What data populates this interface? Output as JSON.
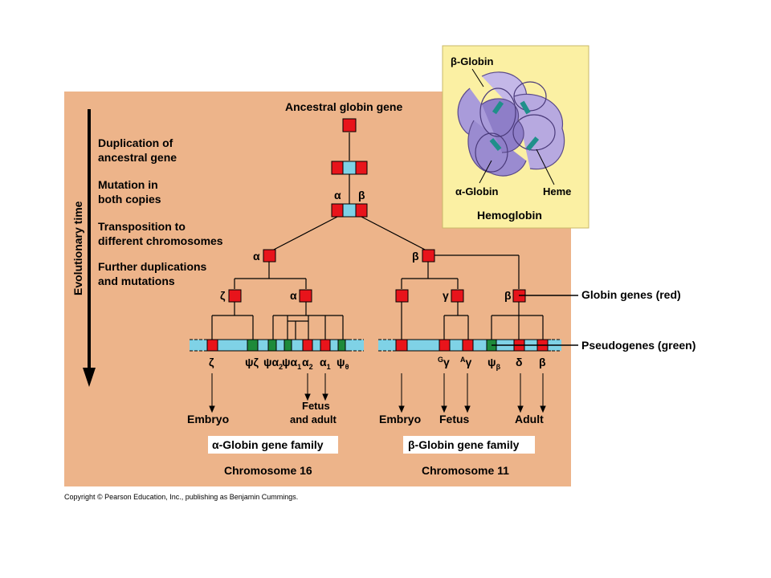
{
  "title": "Ancestral globin gene",
  "time_axis_label": "Evolutionary time",
  "steps": [
    {
      "line1": "Duplication of",
      "line2": "ancestral gene"
    },
    {
      "line1": "Mutation in",
      "line2": "both copies"
    },
    {
      "line1": "Transposition to",
      "line2": "different chromosomes"
    },
    {
      "line1": "Further duplications",
      "line2": "and mutations"
    }
  ],
  "gene_labels": {
    "alpha": "α",
    "beta": "β",
    "zeta": "ζ",
    "gamma": "γ"
  },
  "alpha_cluster": {
    "genes": [
      {
        "main": "ζ",
        "sub": ""
      },
      {
        "main": "ψζ",
        "sub": ""
      },
      {
        "main": "ψα",
        "sub": "2"
      },
      {
        "main": "ψα",
        "sub": "1"
      },
      {
        "main": "α",
        "sub": "2"
      },
      {
        "main": "α",
        "sub": "1"
      },
      {
        "main": "ψ",
        "sub": "θ"
      }
    ],
    "stages": {
      "embryo": "Embryo",
      "fetus_line1": "Fetus",
      "fetus_line2": "and adult"
    },
    "family_label": "α-Globin gene family",
    "chromosome": "Chromosome 16"
  },
  "beta_cluster": {
    "genes": [
      {
        "main": "γ",
        "sup": "G"
      },
      {
        "main": "γ",
        "sup": "A"
      },
      {
        "main": "ψ",
        "sub": "β"
      },
      {
        "main": "δ",
        "sub": ""
      },
      {
        "main": "β",
        "sub": ""
      }
    ],
    "stages": {
      "embryo": "Embryo",
      "fetus": "Fetus",
      "adult": "Adult"
    },
    "family_label": "β-Globin gene family",
    "chromosome": "Chromosome 11"
  },
  "legend": {
    "globin": "Globin genes (red)",
    "pseudo": "Pseudogenes (green)"
  },
  "hemoglobin_inset": {
    "beta_globin": "β-Globin",
    "alpha_globin": "α-Globin",
    "heme": "Heme",
    "title": "Hemoglobin"
  },
  "copyright": "Copyright © Pearson Education, Inc., publishing as Benjamin Cummings.",
  "colors": {
    "panel": "#EDB48A",
    "inset": "#FBF0A3",
    "gene_red": "#E8141B",
    "pseudogene_green": "#1E8A3A",
    "chromosome_blue": "#7FD2E6",
    "protein_purple": "#9A8BD0",
    "heme_teal": "#1F8F8A"
  }
}
